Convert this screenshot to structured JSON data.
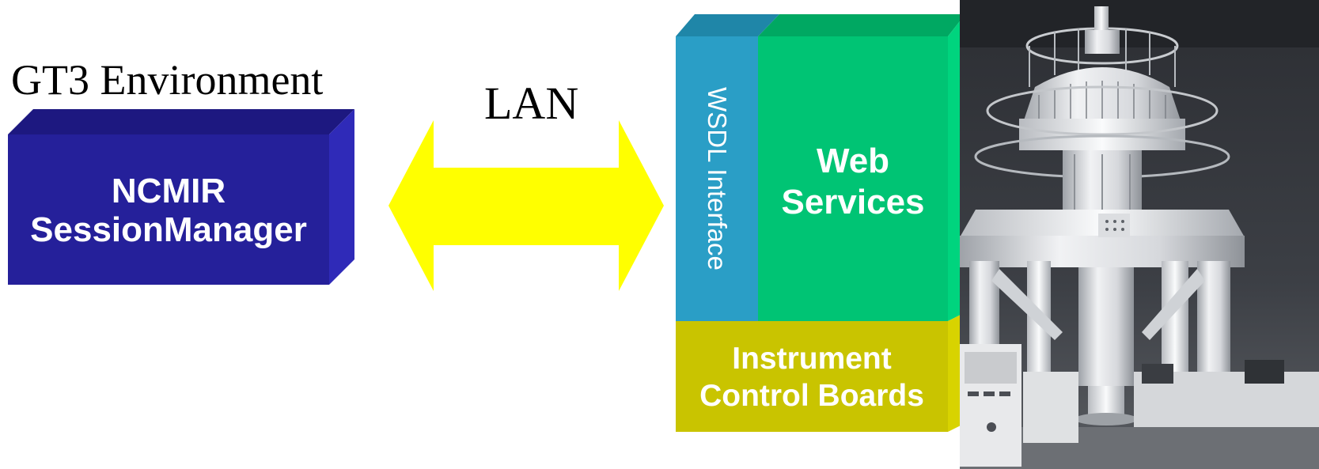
{
  "labels": {
    "environment": "GT3 Environment",
    "network": "LAN",
    "session_manager": [
      "NCMIR",
      "SessionManager"
    ],
    "wsdl": "WSDL Interface",
    "web_services": [
      "Web",
      "Services"
    ],
    "instrument": [
      "Instrument",
      "Control Boards"
    ]
  },
  "colors": {
    "session_front": "#25209a",
    "session_top": "#1d1880",
    "session_side": "#2f2ab8",
    "arrow": "#ffff00",
    "wsdl_front": "#2a9ec6",
    "wsdl_top": "#1f86a8",
    "web_front": "#00c474",
    "web_top": "#00a862",
    "web_side": "#00d47e",
    "instrument_front": "#c9c400",
    "instrument_side": "#d8d300"
  },
  "icons": {
    "photo": "electron-microscope-photo"
  }
}
